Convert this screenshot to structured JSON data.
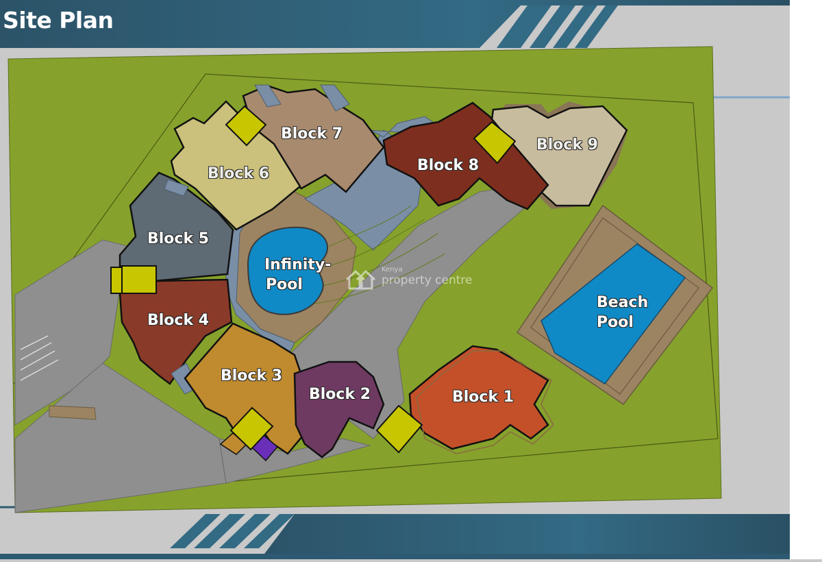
{
  "title": "Site Plan",
  "watermark": {
    "small_text": "Kenya",
    "big_text": "property centre"
  },
  "blocks": [
    {
      "id": "block-1",
      "label": "Block 1",
      "color": "#c4502a"
    },
    {
      "id": "block-2",
      "label": "Block 2",
      "color": "#6e3a62"
    },
    {
      "id": "block-3",
      "label": "Block 3",
      "color": "#c08a2e"
    },
    {
      "id": "block-4",
      "label": "Block 4",
      "color": "#8a3a28"
    },
    {
      "id": "block-5",
      "label": "Block 5",
      "color": "#5e6a74"
    },
    {
      "id": "block-6",
      "label": "Block 6",
      "color": "#cbc07c"
    },
    {
      "id": "block-7",
      "label": "Block 7",
      "color": "#a88a6e"
    },
    {
      "id": "block-8",
      "label": "Block 8",
      "color": "#7e2e1e"
    },
    {
      "id": "block-9",
      "label": "Block 9",
      "color": "#c8bc9e"
    }
  ],
  "infinity_pool": {
    "line1": "Infinity-",
    "line2": "Pool"
  },
  "beach_pool": {
    "line1": "Beach",
    "line2": "Pool"
  },
  "colors": {
    "grass": "#86a22c",
    "road": "#8f8f8f",
    "deck": "#9c8462",
    "walkway": "#7a8fa6",
    "water": "#0f8ac6",
    "stairs": "#c8c600",
    "header_band": "#2d5a72"
  }
}
